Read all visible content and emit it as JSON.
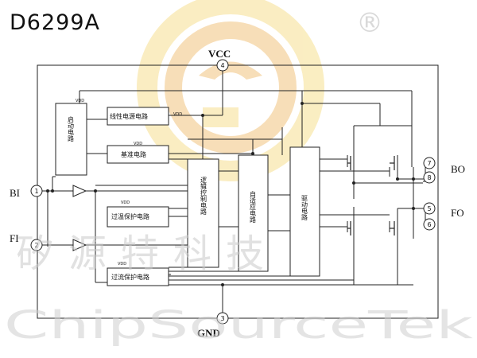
{
  "title": "D6299A",
  "registered_mark": "®",
  "watermark": {
    "chinese": "矽源特科技",
    "english": "ChipSourceTek"
  },
  "rails": {
    "vcc": "VCC",
    "gnd": "GND"
  },
  "signals": {
    "bi": "BI",
    "fi": "FI",
    "bo": "BO",
    "fo": "FO"
  },
  "pins": {
    "bi": "1",
    "fi": "2",
    "gnd": "3",
    "vcc": "4",
    "fo_a": "5",
    "fo_b": "6",
    "bo_a": "7",
    "bo_b": "8"
  },
  "blocks": {
    "startup": "启动电路",
    "linear_supply": "线性电源电路",
    "reference": "基准电路",
    "over_temp": "过温保护电路",
    "over_current": "过流保护电路",
    "logic": "逻辑控制电路",
    "adaptive": "自适应电路",
    "driver": "驱动电路"
  },
  "vdd_label": "VDD",
  "colors": {
    "line": "#222222",
    "watermark_orange": "#f3c98a",
    "watermark_yellow": "#f7e29a"
  }
}
